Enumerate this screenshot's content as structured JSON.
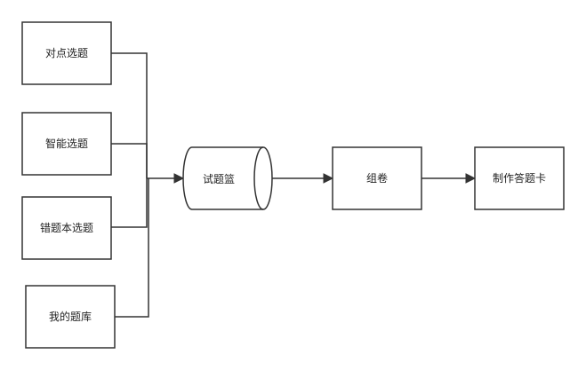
{
  "nodes": {
    "source_1": "对点选题",
    "source_2": "智能选题",
    "source_3": "错题本选题",
    "source_4": "我的题库",
    "basket": "试题篮",
    "compose": "组卷",
    "answer_card": "制作答题卡"
  },
  "colors": {
    "stroke": "#333333",
    "fill": "#ffffff",
    "text": "#222222"
  }
}
